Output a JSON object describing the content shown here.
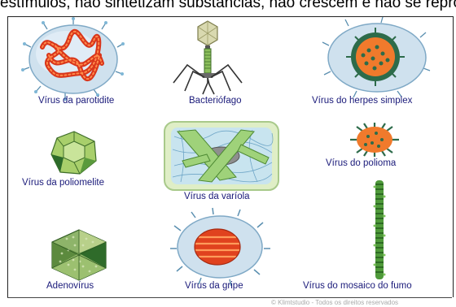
{
  "header": {
    "text": "estímulos, não sintetizam substâncias, não crescem e não se reproduzem por conta própria."
  },
  "footer": {
    "copyright": "© Klimtstudio - Todos os direitos reservados"
  },
  "viruses": [
    {
      "id": "parotidite",
      "label": "Vírus da parotidite",
      "icon": "mumps-virus-illustration"
    },
    {
      "id": "bacteriofago",
      "label": "Bacteriófago",
      "icon": "bacteriophage-illustration"
    },
    {
      "id": "herpes",
      "label": "Vírus do herpes simplex",
      "icon": "herpes-virus-illustration"
    },
    {
      "id": "poliomelite",
      "label": "Vírus da poliomelite",
      "icon": "poliovirus-illustration"
    },
    {
      "id": "variola",
      "label": "Vírus da varíola",
      "icon": "smallpox-virus-illustration"
    },
    {
      "id": "polioma",
      "label": "Vírus do  polioma",
      "icon": "polyoma-virus-illustration"
    },
    {
      "id": "adenovirus",
      "label": "Adenovírus",
      "icon": "adenovirus-illustration"
    },
    {
      "id": "gripe",
      "label": "Vírus da gripe",
      "icon": "influenza-virus-illustration"
    },
    {
      "id": "mosaico",
      "label": "Vírus do mosaico do fumo",
      "icon": "tobacco-mosaic-virus-illustration"
    }
  ],
  "colors": {
    "label": "#1a1a7a",
    "envelope": "#c9dcea",
    "core_red": "#e0421e",
    "capsid_green": "#5aa03c"
  }
}
